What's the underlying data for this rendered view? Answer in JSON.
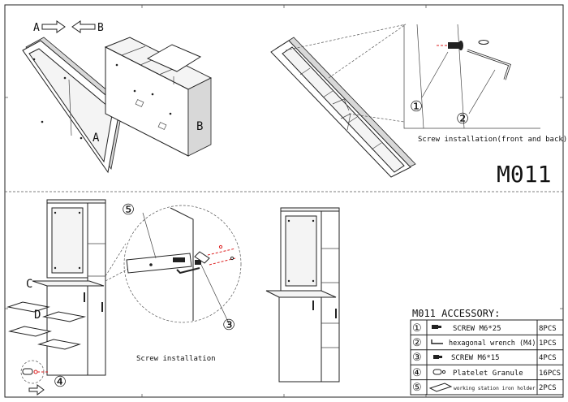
{
  "labels": {
    "a_arrow": "A",
    "b_arrow": "B",
    "part_a": "A",
    "part_b": "B",
    "part_c": "C",
    "part_d": "D"
  },
  "callouts": {
    "c1": "①",
    "c2": "②",
    "c3": "③",
    "c4": "④",
    "c5": "⑤"
  },
  "captions": {
    "screw_front_back": "Screw installation(front and back)",
    "screw_install": "Screw installation"
  },
  "model": "M011",
  "accessory": {
    "title": "M011 ACCESSORY:",
    "rows": [
      {
        "num": "①",
        "icon": "screw-icon",
        "name": "SCREW M6*25",
        "qty": "8PCS"
      },
      {
        "num": "②",
        "icon": "hex-wrench-icon",
        "name": "hexagonal wrench (M4)",
        "qty": "1PCS"
      },
      {
        "num": "③",
        "icon": "screw-icon",
        "name": "SCREW M6*15",
        "qty": "4PCS"
      },
      {
        "num": "④",
        "icon": "granule-icon",
        "name": "Platelet Granule",
        "qty": "16PCS"
      },
      {
        "num": "⑤",
        "icon": "iron-holder-icon",
        "name": "working station iron holder",
        "qty": "2PCS"
      }
    ]
  }
}
